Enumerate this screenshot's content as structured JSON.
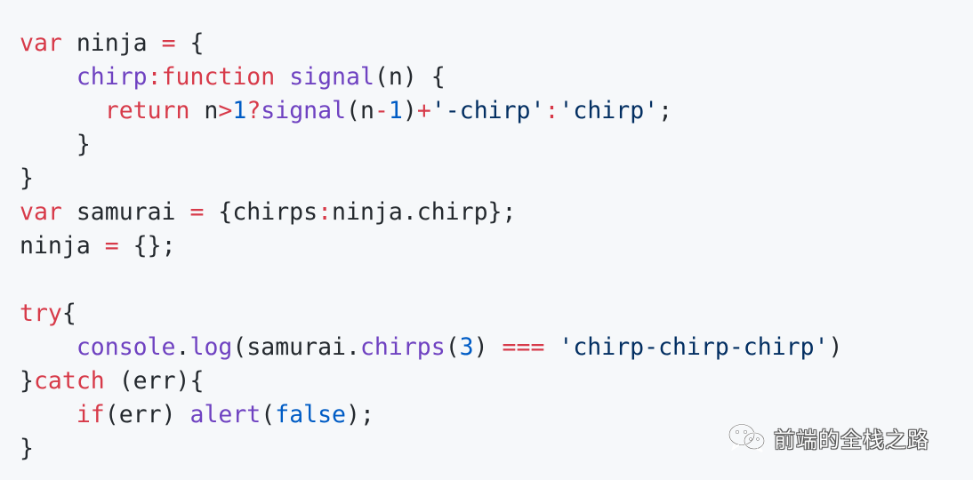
{
  "code_lines": [
    [
      {
        "t": "var",
        "c": "kw"
      },
      {
        "t": " ninja ",
        "c": "pl"
      },
      {
        "t": "=",
        "c": "kw"
      },
      {
        "t": " {",
        "c": "pl"
      }
    ],
    [
      {
        "t": "    ",
        "c": "pl"
      },
      {
        "t": "chirp",
        "c": "fn"
      },
      {
        "t": ":",
        "c": "kw"
      },
      {
        "t": "function",
        "c": "kw"
      },
      {
        "t": " ",
        "c": "pl"
      },
      {
        "t": "signal",
        "c": "fn"
      },
      {
        "t": "(n) {",
        "c": "pl"
      }
    ],
    [
      {
        "t": "      ",
        "c": "pl"
      },
      {
        "t": "return",
        "c": "kw"
      },
      {
        "t": " n",
        "c": "pl"
      },
      {
        "t": ">",
        "c": "kw"
      },
      {
        "t": "1",
        "c": "num"
      },
      {
        "t": "?",
        "c": "kw"
      },
      {
        "t": "signal",
        "c": "fn"
      },
      {
        "t": "(n",
        "c": "pl"
      },
      {
        "t": "-",
        "c": "kw"
      },
      {
        "t": "1",
        "c": "num"
      },
      {
        "t": ")",
        "c": "pl"
      },
      {
        "t": "+",
        "c": "kw"
      },
      {
        "t": "'-chirp'",
        "c": "str"
      },
      {
        "t": ":",
        "c": "kw"
      },
      {
        "t": "'chirp'",
        "c": "str"
      },
      {
        "t": ";",
        "c": "pl"
      }
    ],
    [
      {
        "t": "    }",
        "c": "pl"
      }
    ],
    [
      {
        "t": "}",
        "c": "pl"
      }
    ],
    [
      {
        "t": "var",
        "c": "kw"
      },
      {
        "t": " samurai ",
        "c": "pl"
      },
      {
        "t": "=",
        "c": "kw"
      },
      {
        "t": " {chirps",
        "c": "pl"
      },
      {
        "t": ":",
        "c": "kw"
      },
      {
        "t": "ninja.chirp};",
        "c": "pl"
      }
    ],
    [
      {
        "t": "ninja ",
        "c": "pl"
      },
      {
        "t": "=",
        "c": "kw"
      },
      {
        "t": " {};",
        "c": "pl"
      }
    ],
    [],
    [
      {
        "t": "try",
        "c": "kw"
      },
      {
        "t": "{",
        "c": "pl"
      }
    ],
    [
      {
        "t": "    ",
        "c": "pl"
      },
      {
        "t": "console",
        "c": "fn"
      },
      {
        "t": ".",
        "c": "pl"
      },
      {
        "t": "log",
        "c": "fn"
      },
      {
        "t": "(samurai.",
        "c": "pl"
      },
      {
        "t": "chirps",
        "c": "fn"
      },
      {
        "t": "(",
        "c": "pl"
      },
      {
        "t": "3",
        "c": "num"
      },
      {
        "t": ") ",
        "c": "pl"
      },
      {
        "t": "===",
        "c": "kw"
      },
      {
        "t": " ",
        "c": "pl"
      },
      {
        "t": "'chirp-chirp-chirp'",
        "c": "str"
      },
      {
        "t": ")",
        "c": "pl"
      }
    ],
    [
      {
        "t": "}",
        "c": "pl"
      },
      {
        "t": "catch",
        "c": "kw"
      },
      {
        "t": " (err){",
        "c": "pl"
      }
    ],
    [
      {
        "t": "    ",
        "c": "pl"
      },
      {
        "t": "if",
        "c": "kw"
      },
      {
        "t": "(err) ",
        "c": "pl"
      },
      {
        "t": "alert",
        "c": "fn"
      },
      {
        "t": "(",
        "c": "pl"
      },
      {
        "t": "false",
        "c": "num"
      },
      {
        "t": ");",
        "c": "pl"
      }
    ],
    [
      {
        "t": "}",
        "c": "pl"
      }
    ]
  ],
  "watermark": {
    "icon": "wechat-icon",
    "text": "前端的全栈之路"
  },
  "colors": {
    "background": "#f6f8fa",
    "keyword": "#d73a49",
    "function": "#6f42c1",
    "number": "#005cc5",
    "string": "#032f62",
    "plain": "#24292e"
  }
}
